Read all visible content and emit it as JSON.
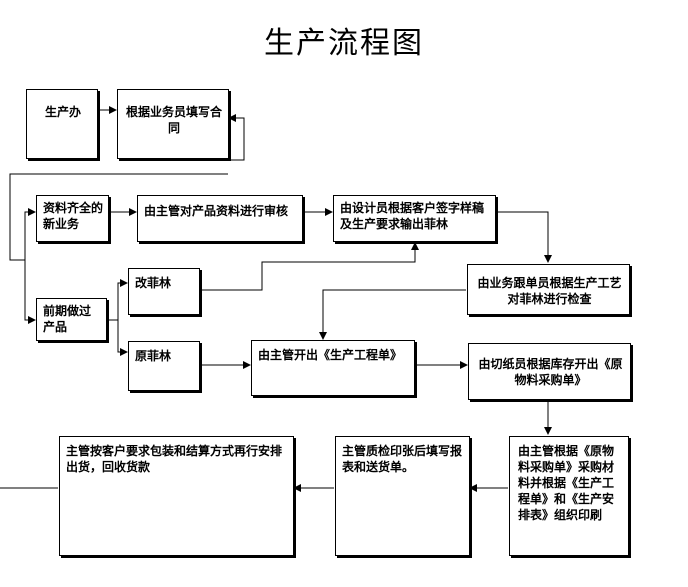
{
  "title": "生产流程图",
  "nodes": {
    "office": "生产办",
    "fill_contract": "根据业务员填写合同",
    "new_business": "资料齐全的新业务",
    "audit": "由主管对产品资料进行审核",
    "design": "由设计员根据客户签字样稿及生产要求输出菲林",
    "earlier": "前期做过产品",
    "change_film": "改菲林",
    "original_film": "原菲林",
    "inspect": "由业务跟单员根据生产工艺对菲林进行检查",
    "production_order": "由主管开出《生产工程单》",
    "purchase_order": "由切纸员根据库存开出《原物料采购单》",
    "print": "由主管根据《原物料采购单》采购材料并根据《生产工程单》和《生产安排表》组织印刷",
    "quality": "主管质检印张后填写报表和送货单。",
    "ship": "主管按客户要求包装和结算方式再行安排出货，回收货款"
  }
}
